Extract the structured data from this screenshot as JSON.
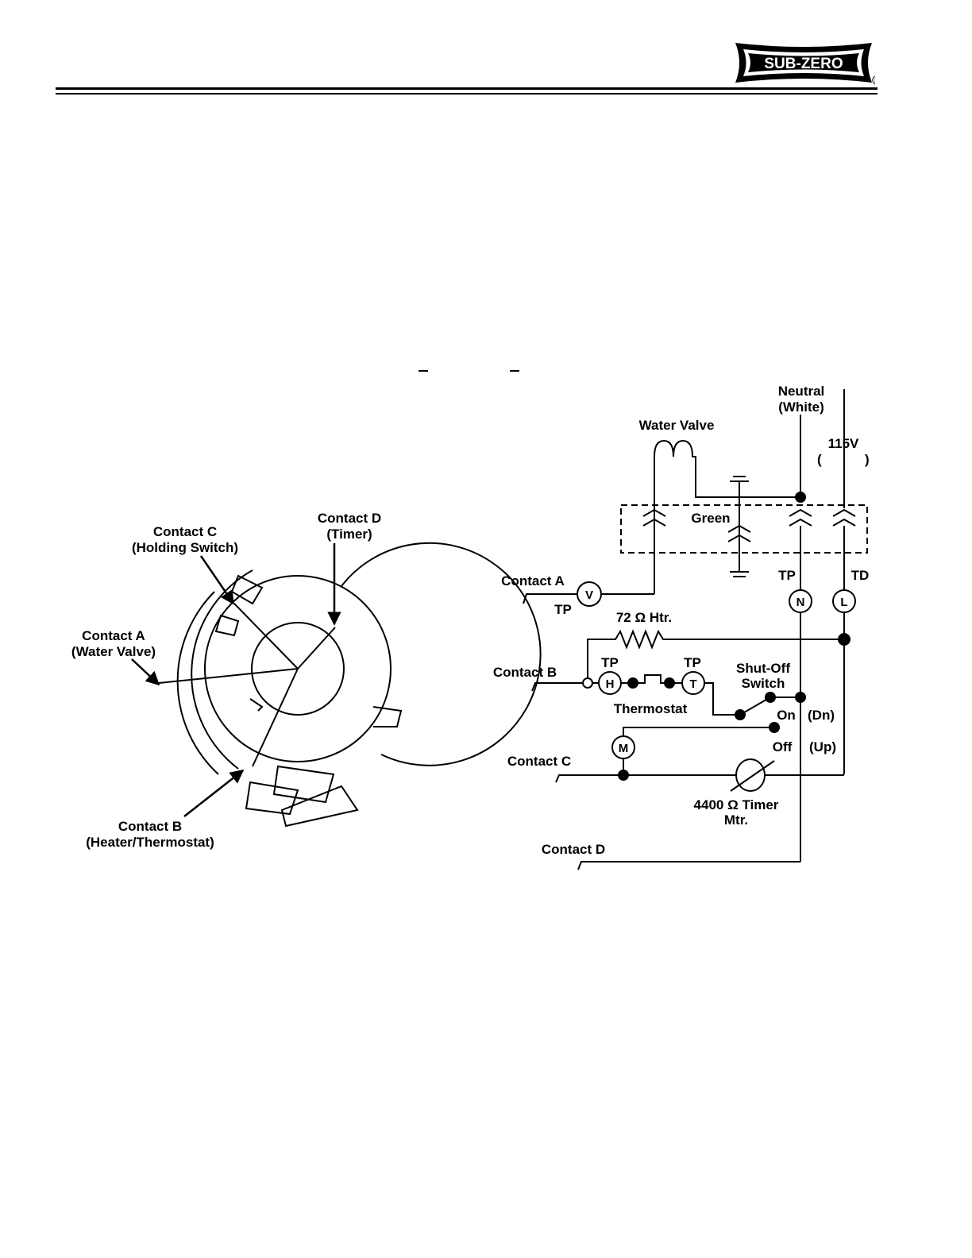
{
  "header": {
    "brand": "SUB-ZERO",
    "registered": "®"
  },
  "left_diagram": {
    "contact_d": [
      "Contact D",
      "(Timer)"
    ],
    "contact_c": [
      "Contact C",
      "(Holding Switch)"
    ],
    "contact_a": [
      "Contact A",
      "(Water Valve)"
    ],
    "contact_b": [
      "Contact B",
      "(Heater/Thermostat)"
    ]
  },
  "right_diagram": {
    "neutral": [
      "Neutral",
      "(White)"
    ],
    "water_valve": "Water Valve",
    "voltage": "115V",
    "voltage_paren_open": "(",
    "voltage_paren_close": ")",
    "green": "Green",
    "tp_n": "TP",
    "td_l": "TD",
    "contact_a": "Contact A",
    "tp_v": "TP",
    "node_v": "V",
    "node_n": "N",
    "node_l": "L",
    "heater": "72 Ω Htr.",
    "contact_b": "Contact B",
    "tp_h": "TP",
    "tp_t": "TP",
    "node_h": "H",
    "node_t": "T",
    "thermostat": "Thermostat",
    "shutoff": [
      "Shut-Off",
      "Switch"
    ],
    "on": "On",
    "dn": "(Dn)",
    "off": "Off",
    "up": "(Up)",
    "node_m": "M",
    "contact_c": "Contact  C",
    "timer_motor": [
      "4400 Ω Timer",
      "Mtr."
    ],
    "contact_d": "Contact D"
  }
}
